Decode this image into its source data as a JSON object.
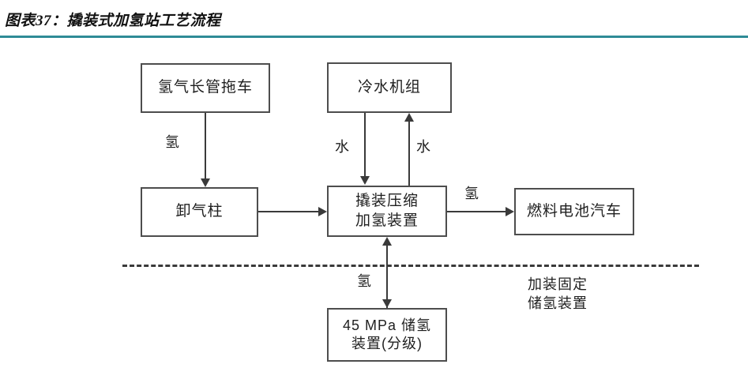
{
  "header": {
    "title": "图表37：撬装式加氢站工艺流程",
    "rule_color": "#2e8b96"
  },
  "diagram": {
    "type": "flowchart",
    "nodes": [
      {
        "id": "tube-trailer",
        "label": "氢气长管拖车"
      },
      {
        "id": "chiller",
        "label": "冷水机组"
      },
      {
        "id": "unload-column",
        "label": "卸气柱"
      },
      {
        "id": "skid-unit",
        "label_line1": "撬装压缩",
        "label_line2": "加氢装置"
      },
      {
        "id": "fcv",
        "label": "燃料电池汽车"
      },
      {
        "id": "storage",
        "label_line1": "45 MPa 储氢",
        "label_line2": "装置(分级)"
      }
    ],
    "edges": [
      {
        "id": "trailer-to-column",
        "label": "氢",
        "direction": "down"
      },
      {
        "id": "chiller-to-skid",
        "label": "水",
        "direction": "down"
      },
      {
        "id": "skid-to-chiller",
        "label": "水",
        "direction": "up"
      },
      {
        "id": "column-to-skid",
        "label": "",
        "direction": "right"
      },
      {
        "id": "skid-to-fcv",
        "label": "氢",
        "direction": "right"
      },
      {
        "id": "skid-storage",
        "label": "氢",
        "direction": "both"
      }
    ],
    "annotations": [
      {
        "id": "fixed-storage",
        "line1": "加装固定",
        "line2": "储氢装置"
      }
    ],
    "divider": {
      "style": "dashed"
    },
    "colors": {
      "node_border": "#4d4d4d",
      "line": "#3a3a3a",
      "text": "#1f1f1f",
      "background": "#ffffff"
    }
  }
}
